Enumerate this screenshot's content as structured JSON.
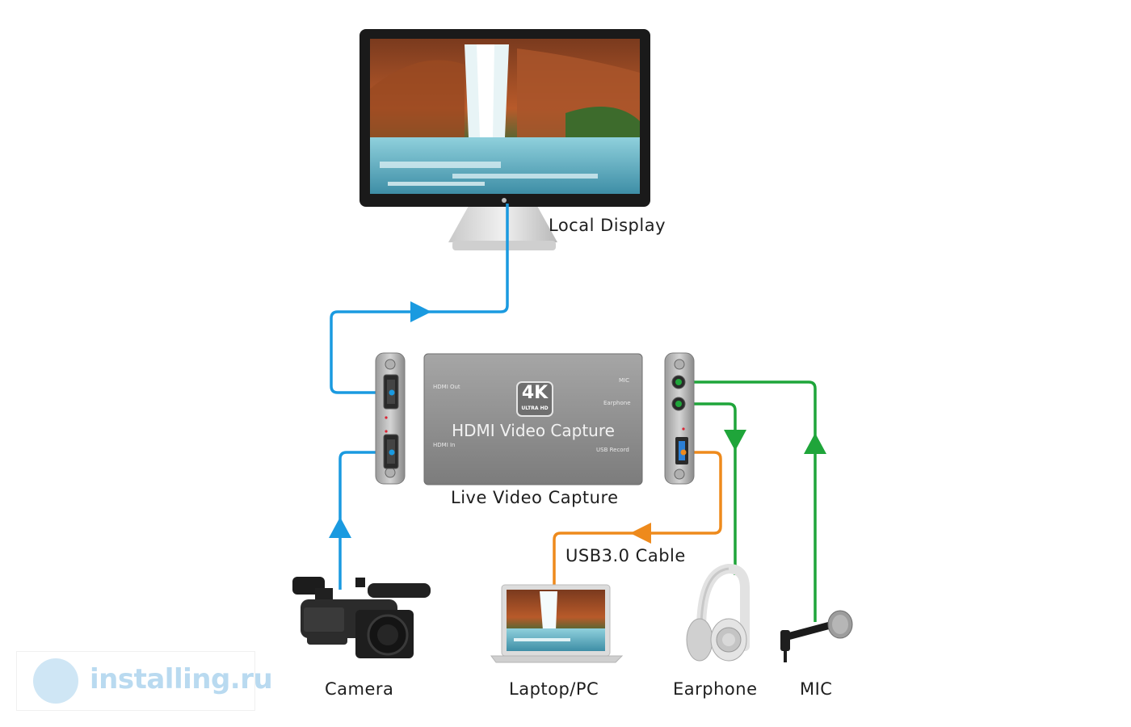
{
  "labels": {
    "local_display": "Local Display",
    "live_video_capture": "Live Video Capture",
    "usb_cable": "USB3.0 Cable",
    "camera": "Camera",
    "laptop": "Laptop/PC",
    "earphone": "Earphone",
    "mic": "MIC"
  },
  "device": {
    "badge": "4K",
    "badge_sub": "ULTRA HD",
    "name": "HDMI Video Capture",
    "hdmi_out": "HDMI Out",
    "hdmi_in": "HDMI In",
    "mic_port": "MIC",
    "earphone_port": "Earphone",
    "usb_record": "USB Record"
  },
  "watermark": "installing.ru",
  "colors": {
    "hdmi_line": "#1a9ae0",
    "usb_line": "#ee8a1c",
    "audio_line": "#1fa53a",
    "device_body": "#8e8e8e"
  }
}
